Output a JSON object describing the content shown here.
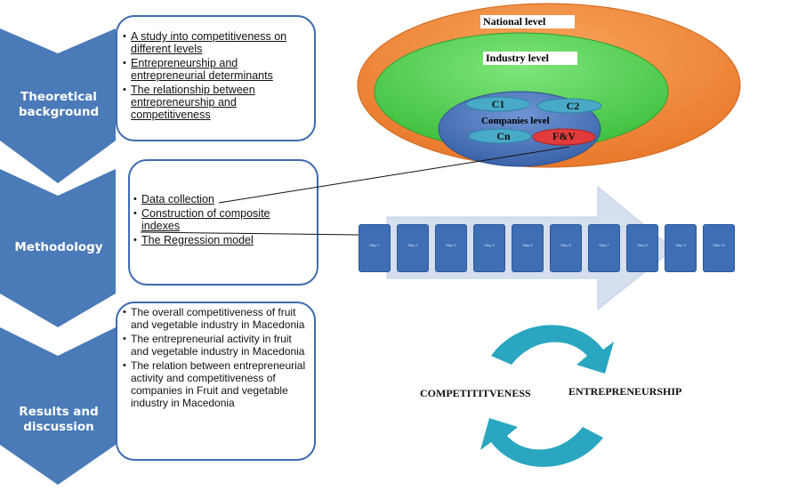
{
  "colors": {
    "chevron": "#4a7ab8",
    "box_border": "#3f6bb0",
    "outer_oval": "#f0883c",
    "middle_oval": "#5fd65f",
    "inner_oval": "#4b73b8",
    "company_oval": "#49aac8",
    "highlight_oval": "#e23b3b",
    "arrow_fill": "#d6dff0",
    "step_fill": "#3e6fb5",
    "cycle_arrow": "#2aa6c0"
  },
  "stages": [
    {
      "label": "Theoretical background",
      "items": [
        "A study into competitiveness on different levels",
        "Entrepreneurship and entrepreneurial determinants",
        "The relationship between entrepreneurship and competitiveness"
      ]
    },
    {
      "label": "Methodology",
      "items": [
        "Data collection",
        "Construction of composite indexes",
        "The Regression model"
      ]
    },
    {
      "label": "Results and discussion",
      "items": [
        "The overall competitiveness of fruit and vegetable industry in Macedonia",
        "The entrepreneurial activity in fruit and vegetable industry in Macedonia",
        "The relation between entrepreneurial activity and competitiveness of companies in Fruit and vegetable industry in Macedonia"
      ]
    }
  ],
  "levels": {
    "national": "National level",
    "industry": "Industry level",
    "companies": "Companies level",
    "companies_list": [
      "C1",
      "C2",
      "Cn",
      "F&V"
    ]
  },
  "process_steps": [
    "Step 1",
    "Step 2",
    "Step 3",
    "Step 4",
    "Step 5",
    "Step 6",
    "Step 7",
    "Step 8",
    "Step 9",
    "Step 10"
  ],
  "cycle": {
    "left": "COMPETITITVENESS",
    "right": "ENTREPRENEURSHIP"
  }
}
